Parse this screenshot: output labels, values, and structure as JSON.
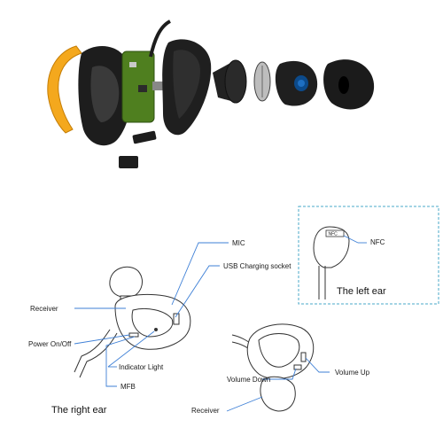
{
  "labels": {
    "mic": "MIC",
    "usb": "USB Charging socket",
    "receiver_right": "Receiver",
    "power": "Power On/Off",
    "indicator": "Indicator Light",
    "mfb": "MFB",
    "right_ear": "The right ear",
    "nfc_badge": "NFC",
    "nfc": "NFC",
    "left_ear": "The left ear",
    "volume_down": "Volume Down",
    "volume_up": "Volume Up",
    "receiver_left": "Receiver"
  },
  "colors": {
    "leader_line": "#3d7fd6",
    "earhook": "#f4a81d",
    "circuit_board": "#4f7f1f",
    "shell": "#1d1d1d",
    "outline": "#333333",
    "inset_border": "#4aa8c9"
  }
}
